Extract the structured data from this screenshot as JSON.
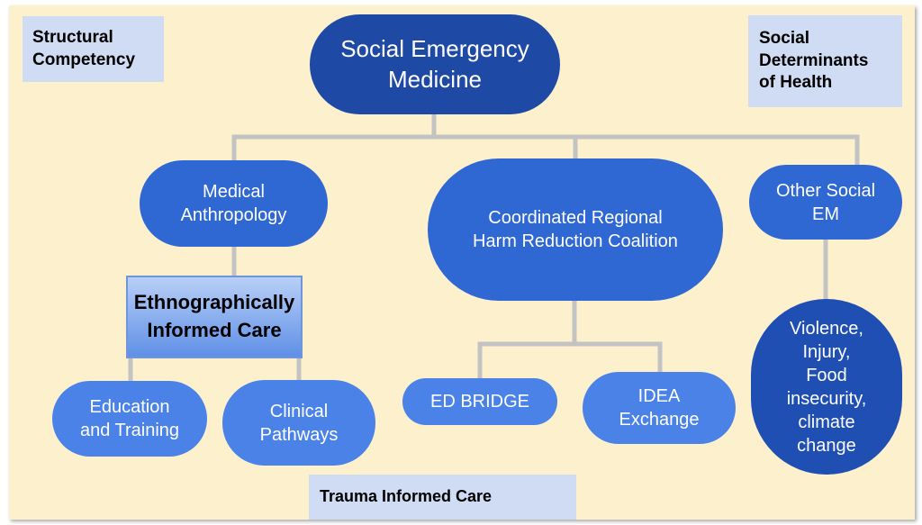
{
  "diagram": {
    "root": "Social Emergency\nMedicine",
    "corner_labels": {
      "top_left": "Structural\nCompetency",
      "top_right": "Social\nDeterminants\nof Health",
      "bottom": "Trauma Informed Care"
    },
    "nodes": {
      "medical_anthropology": "Medical\nAnthropology",
      "harm_reduction": "Coordinated Regional\nHarm Reduction Coalition",
      "other_social_em": "Other Social\nEM",
      "ethnographic_care": "Ethnographically\nInformed Care",
      "education_training": "Education\nand Training",
      "clinical_pathways": "Clinical\nPathways",
      "ed_bridge": "ED BRIDGE",
      "idea_exchange": "IDEA\nExchange",
      "violence": "Violence,\nInjury,\nFood\ninsecurity,\nclimate\nchange"
    },
    "colors": {
      "background": "#fdf0cd",
      "connector": "#c3c3c3",
      "label_box": "#d0dcf3",
      "dark_node": "#1e4aa6",
      "mid_node": "#2f67d3",
      "light_node": "#4a82e8"
    }
  }
}
